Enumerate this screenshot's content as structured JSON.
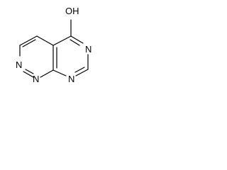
{
  "molecule": {
    "substituent_label": "OH",
    "ring_atoms": [
      {
        "id": "n-top-right",
        "label": "N"
      },
      {
        "id": "n-bottom-middle",
        "label": "N"
      },
      {
        "id": "n-bottom-left-1",
        "label": "N"
      },
      {
        "id": "n-bottom-left-2",
        "label": "N"
      }
    ]
  },
  "colors": {
    "bond": "#000000",
    "text": "#000000",
    "background": "#ffffff"
  }
}
